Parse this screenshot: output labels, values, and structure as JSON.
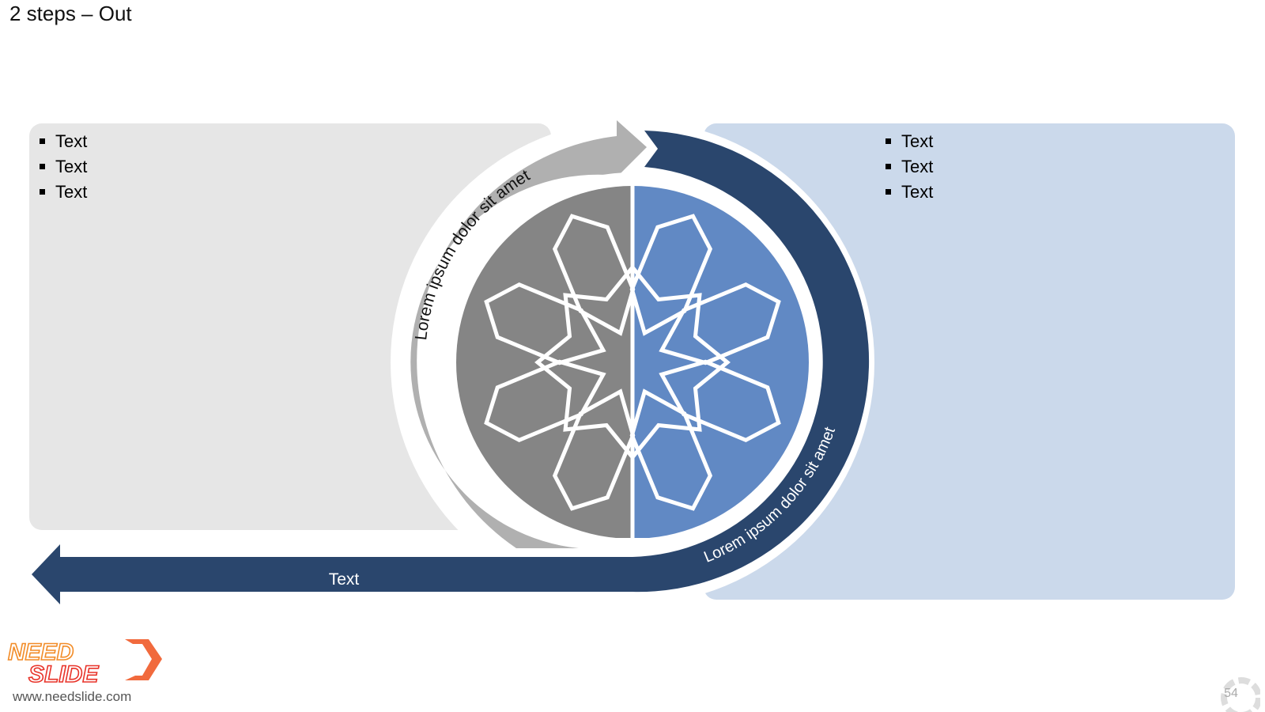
{
  "slide": {
    "title": "2 steps – Out",
    "page_number": "54"
  },
  "left_panel": {
    "bullets": [
      "Text",
      "Text",
      "Text"
    ]
  },
  "right_panel": {
    "bullets": [
      "Text",
      "Text",
      "Text"
    ]
  },
  "arrows": {
    "gray_arc_label": "Lorem ipsum dolor sit amet",
    "blue_arc_label": "Lorem ipsum dolor sit amet",
    "bottom_arrow_label": "Text"
  },
  "footer": {
    "logo_line1": "NEED",
    "logo_line2": "SLIDE",
    "url": "www.needslide.com"
  },
  "colors": {
    "gray_panel": "#e6e6e6",
    "blue_panel": "#cbd9eb",
    "gray_arrow": "#b0b0b0",
    "navy_arrow": "#2a466d",
    "gray_half": "#858585",
    "blue_half": "#6189c4",
    "logo_orange": "#f05a28"
  }
}
